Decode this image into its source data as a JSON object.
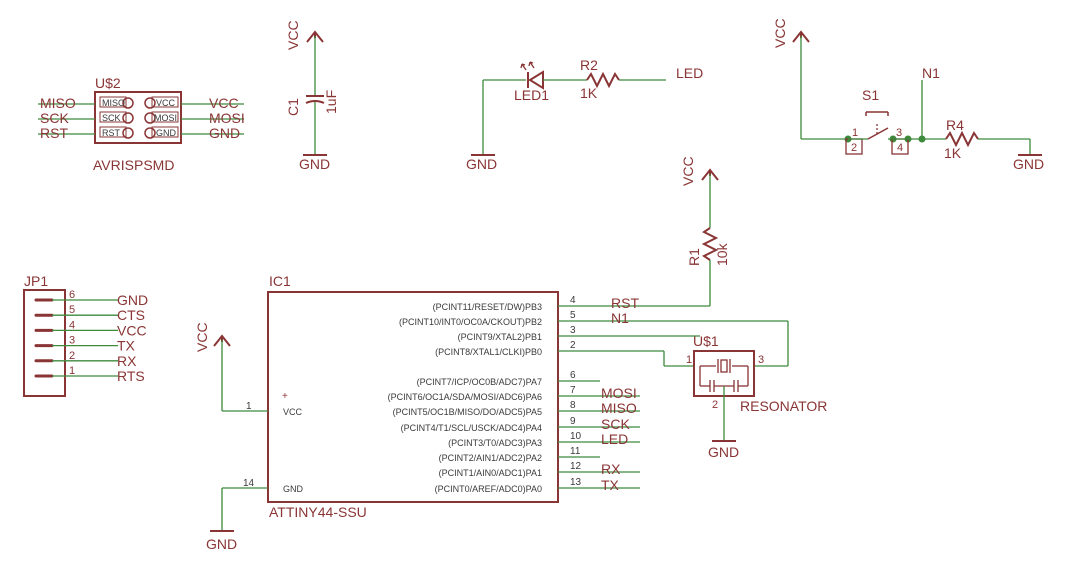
{
  "colors": {
    "component": "#8a3535",
    "wire": "#3d8a3d",
    "text_pin": "#3a3a3a",
    "background": "#ffffff"
  },
  "u2": {
    "name": "U$2",
    "value": "AVRISPSMD",
    "left_pins": [
      "MISO",
      "SCK",
      "RST"
    ],
    "right_pins": [
      "VCC",
      "MOSI",
      "GND"
    ],
    "nets_left": [
      "MISO",
      "SCK",
      "RST"
    ],
    "nets_right": [
      "VCC",
      "MOSI",
      "GND"
    ]
  },
  "c1": {
    "name": "C1",
    "value": "1uF",
    "top": "VCC",
    "bottom": "GND"
  },
  "led1": {
    "name": "LED1",
    "gnd": "GND"
  },
  "r2": {
    "name": "R2",
    "value": "1K",
    "net": "LED"
  },
  "switch": {
    "name": "S1",
    "vcc": "VCC",
    "net": "N1",
    "pins": [
      "1",
      "2",
      "3",
      "4"
    ]
  },
  "r4": {
    "name": "R4",
    "value": "1K",
    "gnd": "GND"
  },
  "r1": {
    "name": "R1",
    "value": "10k",
    "vcc": "VCC"
  },
  "jp1": {
    "name": "JP1",
    "pins": [
      "6",
      "5",
      "4",
      "3",
      "2",
      "1"
    ],
    "nets": [
      "GND",
      "CTS",
      "VCC",
      "TX",
      "RX",
      "RTS"
    ]
  },
  "ic1": {
    "name": "IC1",
    "value": "ATTINY44-SSU",
    "vcc_label": "VCC",
    "gnd_label": "GND",
    "vcc_pin": "1",
    "gnd_pin": "14",
    "vcc_net": "VCC",
    "gnd_net": "GND",
    "right_pins": [
      {
        "label": "(PCINT11/RESET/DW)PB3",
        "num": "4",
        "net": "RST"
      },
      {
        "label": "(PCINT10/INT0/OC0A/CKOUT)PB2",
        "num": "5",
        "net": "N1"
      },
      {
        "label": "(PCINT9/XTAL2)PB1",
        "num": "3",
        "net": ""
      },
      {
        "label": "(PCINT8/XTAL1/CLKI)PB0",
        "num": "2",
        "net": ""
      },
      {
        "label": "(PCINT7/ICP/OC0B/ADC7)PA7",
        "num": "6",
        "net": ""
      },
      {
        "label": "(PCINT6/OC1A/SDA/MOSI/ADC6)PA6",
        "num": "7",
        "net": "MOSI"
      },
      {
        "label": "(PCINT5/OC1B/MISO/DO/ADC5)PA5",
        "num": "8",
        "net": "MISO"
      },
      {
        "label": "(PCINT4/T1/SCL/USCK/ADC4)PA4",
        "num": "9",
        "net": "SCK"
      },
      {
        "label": "(PCINT3/T0/ADC3)PA3",
        "num": "10",
        "net": "LED"
      },
      {
        "label": "(PCINT2/AIN1/ADC2)PA2",
        "num": "11",
        "net": ""
      },
      {
        "label": "(PCINT1/AIN0/ADC1)PA1",
        "num": "12",
        "net": "RX"
      },
      {
        "label": "(PCINT0/AREF/ADC0)PA0",
        "num": "13",
        "net": "TX"
      }
    ]
  },
  "u1": {
    "name": "U$1",
    "value": "RESONATOR",
    "pins": [
      "1",
      "2",
      "3"
    ],
    "gnd": "GND"
  }
}
